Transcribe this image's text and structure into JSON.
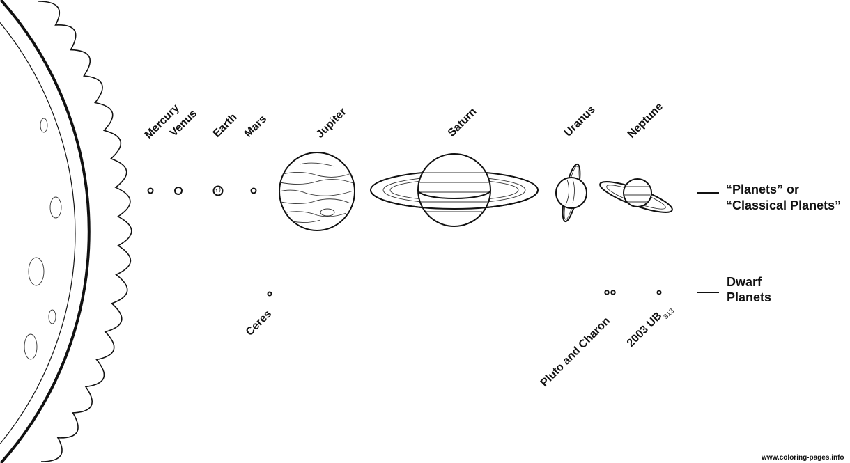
{
  "planets": [
    {
      "name": "Mercury"
    },
    {
      "name": "Venus"
    },
    {
      "name": "Earth"
    },
    {
      "name": "Mars"
    },
    {
      "name": "Jupiter"
    },
    {
      "name": "Saturn"
    },
    {
      "name": "Uranus"
    },
    {
      "name": "Neptune"
    }
  ],
  "dwarf_planets": [
    {
      "name": "Ceres"
    },
    {
      "name": "Pluto and Charon"
    },
    {
      "name": "2003 UB",
      "subscript": "313"
    }
  ],
  "legend": {
    "planets_line1": "“Planets” or",
    "planets_line2": "“Classical Planets”",
    "dwarf_line1": "Dwarf",
    "dwarf_line2": "Planets"
  },
  "watermark": "www.coloring-pages.info",
  "colors": {
    "ink": "#111111",
    "paper": "#ffffff"
  }
}
